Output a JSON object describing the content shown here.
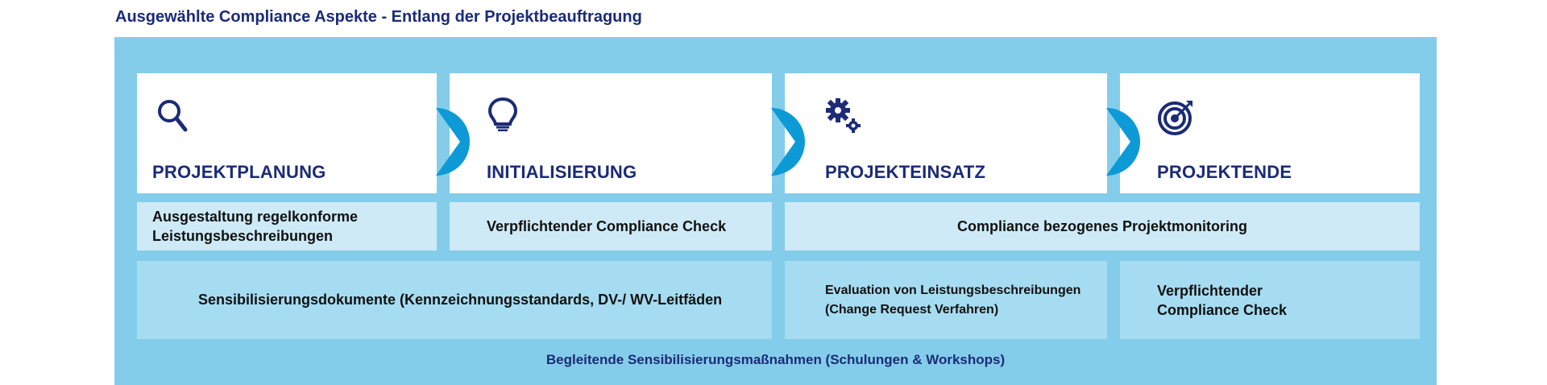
{
  "title": "Ausgewählte Compliance Aspekte - Entlang der Projektbeauftragung",
  "phases": [
    {
      "label": "PROJEKTPLANUNG",
      "icon": "magnifier-icon"
    },
    {
      "label": "INITIALISIERUNG",
      "icon": "lightbulb-icon"
    },
    {
      "label": "PROJEKTEINSATZ",
      "icon": "gears-icon"
    },
    {
      "label": "PROJEKTENDE",
      "icon": "target-icon"
    }
  ],
  "row2": {
    "planung": "Ausgestaltung regelkonforme\nLeistungsbeschreibungen",
    "init": "Verpflichtender Compliance Check",
    "monitoring": "Compliance bezogenes Projektmonitoring"
  },
  "row3": {
    "sensibilisierung": "Sensibilisierungsdokumente (Kennzeichnungsstandards, DV-/ WV-Leitfäden",
    "evaluation": "Evaluation von Leistungsbeschreibungen\n(Change Request Verfahren)",
    "check": "Verpflichtender\nCompliance Check"
  },
  "footer": "Begleitende Sensibilisierungsmaßnahmen (Schulungen & Workshops)",
  "colors": {
    "panel": "#84cdea",
    "navy": "#1b2b78",
    "chevron": "#0d9ad6",
    "row2": "#cdeaf6",
    "row3": "#a5dcf1"
  }
}
